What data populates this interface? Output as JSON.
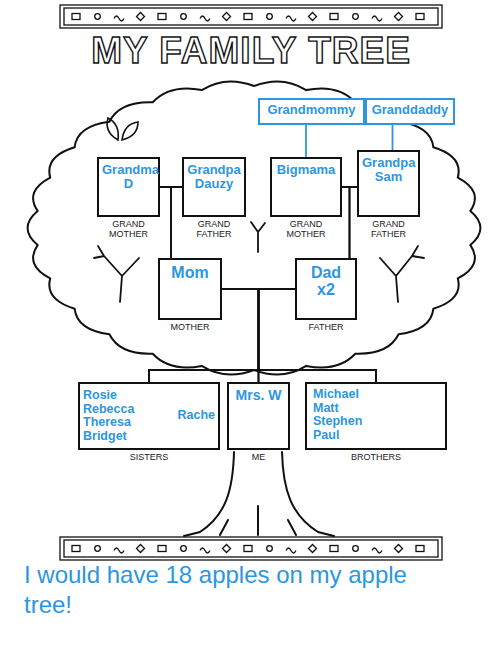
{
  "diagram": {
    "title": "MY FAMILY TREE",
    "caption": "I would have 18 apples on my apple tree!",
    "nodes": [
      {
        "text": [
          "Grandmommy"
        ]
      },
      {
        "text": [
          "Granddaddy"
        ]
      },
      {
        "text": [
          "Grandma D",
          "GRAND MOTHER"
        ]
      },
      {
        "text": [
          "Grandpa Dauzy",
          "GRAND FATHER"
        ]
      },
      {
        "text": [
          "Bigmama",
          "GRAND MOTHER"
        ]
      },
      {
        "text": [
          "Grandpa Sam",
          "GRAND FATHER"
        ]
      },
      {
        "text": [
          "Mom",
          "MOTHER"
        ]
      },
      {
        "text": [
          "Dad x2",
          "FATHER"
        ]
      },
      {
        "text": [
          "Rosie Rebecca Theresa Bridget",
          "Rache",
          "SISTERS"
        ]
      },
      {
        "text": [
          "Mrs. W",
          "ME"
        ]
      },
      {
        "text": [
          "Michael Matt Stephen Paul",
          "BROTHERS"
        ]
      }
    ],
    "edges": [
      {
        "from": 2,
        "to": 3,
        "arrow": "none"
      },
      {
        "from": 2,
        "to": 6,
        "arrow": "none"
      },
      {
        "from": 3,
        "to": 6,
        "arrow": "none"
      },
      {
        "from": 4,
        "to": 5,
        "arrow": "none"
      },
      {
        "from": 4,
        "to": 7,
        "arrow": "none"
      },
      {
        "from": 5,
        "to": 7,
        "arrow": "none"
      },
      {
        "from": 6,
        "to": 7,
        "arrow": "none"
      },
      {
        "from": 6,
        "to": 8,
        "arrow": "none"
      },
      {
        "from": 6,
        "to": 9,
        "arrow": "none"
      },
      {
        "from": 6,
        "to": 10,
        "arrow": "none"
      },
      {
        "from": 7,
        "to": 8,
        "arrow": "none"
      },
      {
        "from": 7,
        "to": 9,
        "arrow": "none"
      },
      {
        "from": 7,
        "to": 10,
        "arrow": "none"
      },
      {
        "from": 0,
        "to": 4,
        "arrow": "none"
      },
      {
        "from": 1,
        "to": 5,
        "arrow": "none"
      }
    ]
  }
}
